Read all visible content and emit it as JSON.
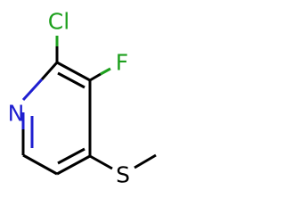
{
  "molecule": {
    "atoms": {
      "cl": {
        "label": "Cl",
        "color": "#1ea01e"
      },
      "f": {
        "label": "F",
        "color": "#1ea01e"
      },
      "n": {
        "label": "N",
        "color": "#1f1fd0"
      },
      "s": {
        "label": "S",
        "color": "#000000"
      }
    },
    "colors": {
      "bond": "#000000",
      "halogen": "#1ea01e",
      "nitrogen": "#1f1fd0",
      "background": "#ffffff"
    }
  }
}
